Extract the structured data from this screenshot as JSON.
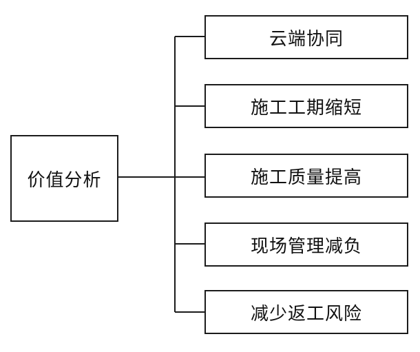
{
  "diagram": {
    "root": {
      "label": "价值分析"
    },
    "children": [
      {
        "label": "云端协同"
      },
      {
        "label": "施工工期缩短"
      },
      {
        "label": "施工质量提高"
      },
      {
        "label": "现场管理减负"
      },
      {
        "label": "减少返工风险"
      }
    ]
  },
  "colors": {
    "line": "#1a1a1a",
    "text": "#111111",
    "background": "#ffffff"
  }
}
